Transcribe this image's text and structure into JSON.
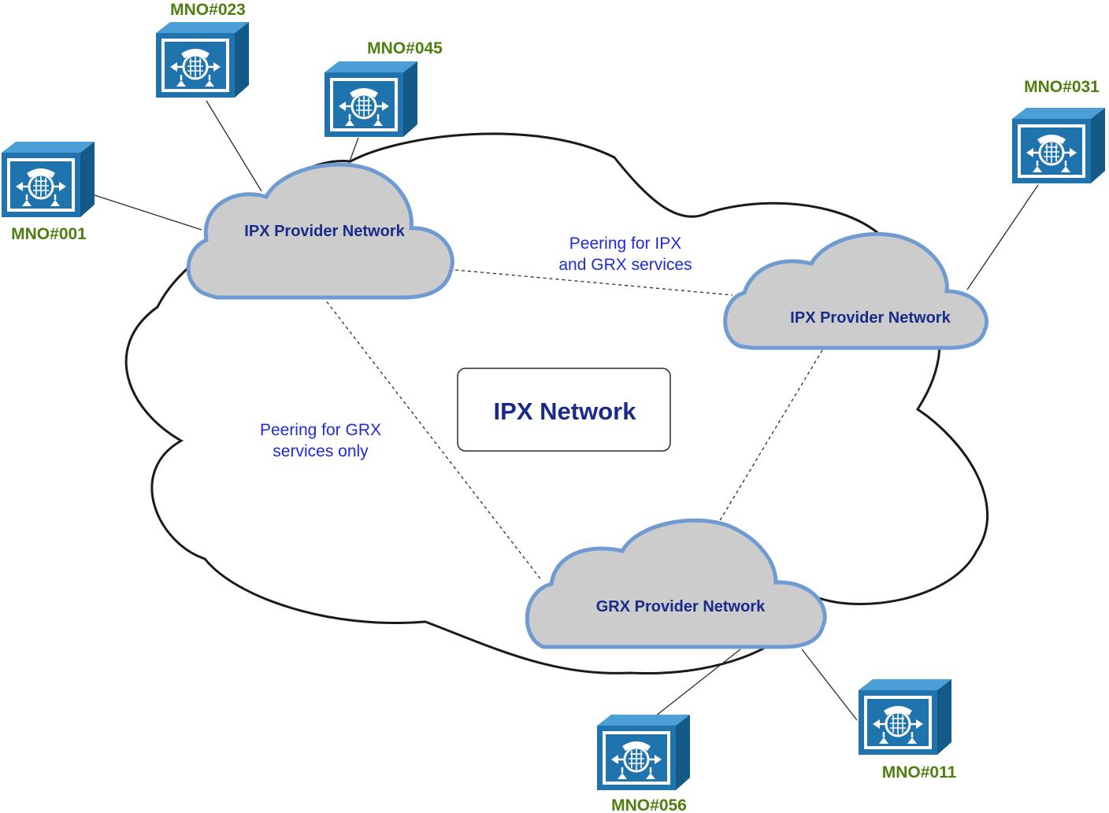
{
  "diagram": {
    "title": "IPX Network",
    "providers": {
      "ipx_left": "IPX Provider Network",
      "ipx_right": "IPX Provider Network",
      "grx_bottom": "GRX Provider Network"
    },
    "peering": {
      "ipx_grx_line1": "Peering for IPX",
      "ipx_grx_line2": "and  GRX services",
      "grx_only_line1": "Peering for GRX",
      "grx_only_line2": "services only"
    },
    "mnos": {
      "mno_023": "MNO#023",
      "mno_045": "MNO#045",
      "mno_001": "MNO#001",
      "mno_031": "MNO#031",
      "mno_011": "MNO#011",
      "mno_056": "MNO#056"
    },
    "colors": {
      "router_blue": "#1f74ad",
      "provider_cloud_fill": "#cccccc",
      "provider_cloud_stroke": "#6f9bd2",
      "mno_label": "#4f7f10",
      "peering_text": "#1f2bd6",
      "provider_text": "#1a2a8a"
    },
    "icons": {
      "router": "router-icon",
      "cloud": "cloud-icon"
    }
  }
}
